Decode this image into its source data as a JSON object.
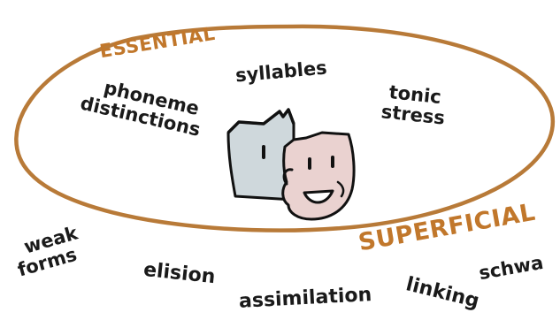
{
  "categories": {
    "essential": "ESSENTIAL",
    "superficial": "SUPERFICIAL"
  },
  "essential_items": {
    "phoneme_line1": "phoneme",
    "phoneme_line2": "distinctions",
    "syllables": "syllables",
    "tonic_line1": "tonic",
    "tonic_line2": "stress"
  },
  "superficial_items": {
    "weak_line1": "weak",
    "weak_line2": "forms",
    "elision": "elision",
    "assimilation": "assimilation",
    "linking": "linking",
    "schwa": "schwa"
  },
  "colors": {
    "ellipse_stroke": "#b87a38",
    "category_text": "#c1772b",
    "word_text": "#1a1a1a",
    "face_left_fill": "#cfd8dc",
    "face_right_fill": "#ead2d0"
  },
  "icons": {
    "center_illustration": "two-faces-icon"
  }
}
